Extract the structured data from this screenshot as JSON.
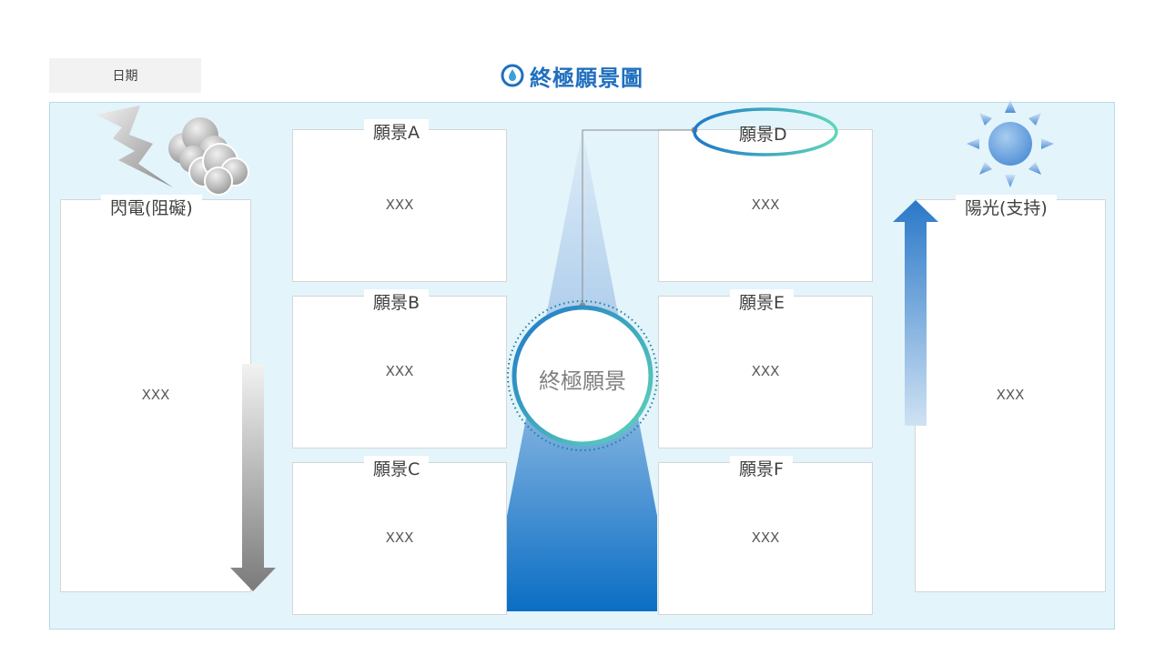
{
  "header": {
    "date_label": "日期",
    "title": "終極願景圖"
  },
  "left_column": {
    "title": "閃電(阻礙)",
    "content": "XXX"
  },
  "right_column": {
    "title": "陽光(支持)",
    "content": "XXX"
  },
  "visions": [
    {
      "label": "願景A",
      "content": "XXX"
    },
    {
      "label": "願景B",
      "content": "XXX"
    },
    {
      "label": "願景C",
      "content": "XXX"
    },
    {
      "label": "願景D",
      "content": "XXX"
    },
    {
      "label": "願景E",
      "content": "XXX"
    },
    {
      "label": "願景F",
      "content": "XXX"
    }
  ],
  "center": {
    "label": "終極願景"
  },
  "colors": {
    "title_blue": "#1f6fbf",
    "panel_bg": "#e3f4fb",
    "teal": "#5fd6b8",
    "deep_blue": "#0a6ec4"
  },
  "icons": [
    "water-drop-icon",
    "lightning-icon",
    "cloud-icon",
    "sun-icon",
    "arrow-down-icon",
    "arrow-up-icon"
  ]
}
